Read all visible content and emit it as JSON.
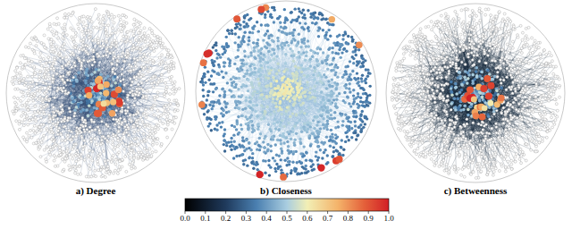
{
  "diagram": {
    "labels": [
      "a) Degree",
      "b) Closeness",
      "c) Betweenness",
      "0.0",
      "0.1",
      "0.2",
      "0.3",
      "0.4",
      "0.5",
      "0.6",
      "0.7",
      "0.8",
      "0.9",
      "1.0"
    ]
  }
}
